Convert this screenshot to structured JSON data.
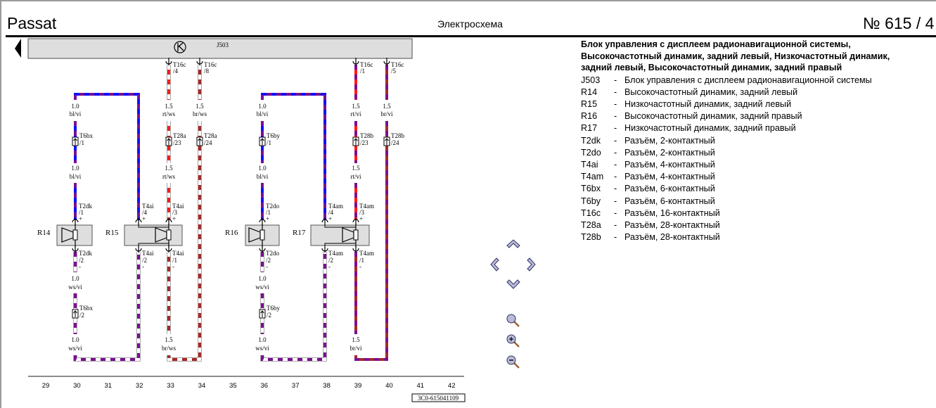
{
  "header": {
    "model": "Passat",
    "doc_type": "Электросхема",
    "doc_number": "№ 615 / 4"
  },
  "wire_colors": {
    "bl": "#1010ff",
    "vi": "#7a1090",
    "rt": "#ff1a1a",
    "ws": "#ffffff",
    "br": "#a52a2a"
  },
  "diagram": {
    "unit": "J503",
    "speakers": {
      "r14": "R14",
      "r15": "R15",
      "r16": "R16",
      "r17": "R17"
    },
    "c30": {
      "g1": "1.0",
      "col1": "bl/vi",
      "t1": "T6bx",
      "p1": "/1",
      "g2": "1.0",
      "col2": "bl/vi",
      "t2": "T2dk",
      "p2": "/1",
      "s2": "+",
      "t3": "T2dk",
      "p3": "/2",
      "s3": "-",
      "g3": "1.0",
      "col3": "ws/vi",
      "t4": "T6bx",
      "p4": "/2",
      "g4": "1.0",
      "col4": "ws/vi"
    },
    "c32": {
      "t2": "T4ai",
      "p2": "/4",
      "s2": "+",
      "t3": "T4ai",
      "p3": "/2",
      "s3": "-"
    },
    "c33": {
      "t0": "T16c",
      "p0": "/4",
      "g1": "1.5",
      "col1": "rt/ws",
      "t1": "T28a",
      "p1": "/23",
      "g2": "1.5",
      "col2": "rt/ws",
      "t2": "T4ai",
      "p2": "/3",
      "s2": "+",
      "t3": "T4ai",
      "p3": "/1",
      "s3": "-",
      "g4": "1.5",
      "col4": "br/ws"
    },
    "c34": {
      "t0": "T16c",
      "p0": "/8",
      "g1": "1.5",
      "col1": "br/ws",
      "t1": "T28a",
      "p1": "/24"
    },
    "c36": {
      "g1": "1.0",
      "col1": "bl/vi",
      "t1": "T6by",
      "p1": "/1",
      "g2": "1.0",
      "col2": "bl/vi",
      "t2": "T2do",
      "p2": "/1",
      "s2": "+",
      "t3": "T2do",
      "p3": "/2",
      "s3": "-",
      "g3": "1.0",
      "col3": "ws/vi",
      "t4": "T6by",
      "p4": "/2",
      "g4": "1.0",
      "col4": "ws/vi"
    },
    "c38": {
      "t2": "T4am",
      "p2": "/4",
      "s2": "+",
      "t3": "T4am",
      "p3": "/2",
      "s3": "-"
    },
    "c39": {
      "t0": "T16c",
      "p0": "/1",
      "g1": "1.5",
      "col1": "rt/vi",
      "t1": "T28b",
      "p1": "/23",
      "g2": "1.5",
      "col2": "rt/vi",
      "t2": "T4am",
      "p2": "/3",
      "s2": "+",
      "t3": "T4am",
      "p3": "/1",
      "s3": "-",
      "g4": "1.5",
      "col4": "br/vi"
    },
    "c40": {
      "t0": "T16c",
      "p0": "/5",
      "g1": "1.5",
      "col1": "br/vi",
      "t1": "T28b",
      "p1": "/24"
    },
    "columns": [
      "29",
      "30",
      "31",
      "32",
      "33",
      "34",
      "35",
      "36",
      "37",
      "38",
      "39",
      "40",
      "41",
      "42"
    ],
    "part_number": "3C0-615041109"
  },
  "legend": {
    "title": [
      "Блок управления с дисплеем радионавигационной системы,",
      "Высокочастотный динамик, задний левый, Низкочастотный динамик,",
      "задний левый, Высокочастотный динамик, задний правый"
    ],
    "items": [
      {
        "code": "J503",
        "desc": "Блок управления с дисплеем радионавигационной системы"
      },
      {
        "code": "R14",
        "desc": "Высокочастотный динамик, задний левый"
      },
      {
        "code": "R15",
        "desc": "Низкочастотный динамик, задний левый"
      },
      {
        "code": "R16",
        "desc": "Высокочастотный динамик, задний правый"
      },
      {
        "code": "R17",
        "desc": "Низкочастотный динамик, задний правый"
      },
      {
        "code": "T2dk",
        "desc": "Разъём, 2-контактный"
      },
      {
        "code": "T2do",
        "desc": "Разъём, 2-контактный"
      },
      {
        "code": "T4ai",
        "desc": "Разъём, 4-контактный"
      },
      {
        "code": "T4am",
        "desc": "Разъём, 4-контактный"
      },
      {
        "code": "T6bx",
        "desc": "Разъём, 6-контактный"
      },
      {
        "code": "T6by",
        "desc": "Разъём, 6-контактный"
      },
      {
        "code": "T16c",
        "desc": "Разъём, 16-контактный"
      },
      {
        "code": "T28a",
        "desc": "Разъём, 28-контактный"
      },
      {
        "code": "T28b",
        "desc": "Разъём, 28-контактный"
      }
    ],
    "dash": "-"
  },
  "navigation": {
    "icons": [
      "pan-up",
      "pan-left",
      "pan-right",
      "pan-down",
      "zoom-fit",
      "zoom-in",
      "zoom-out"
    ]
  }
}
